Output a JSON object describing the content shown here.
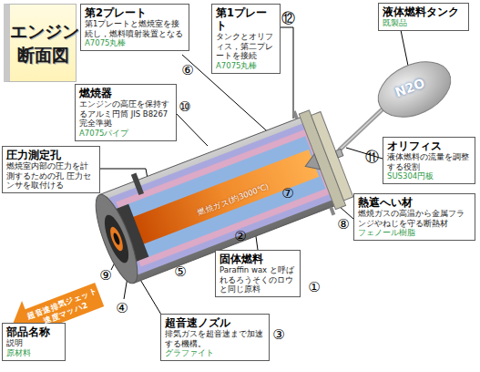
{
  "diagram": {
    "title": "エンジン 断面図",
    "nodes": [
      {
        "text": [
          "第2プレート",
          "第1プレートと燃焼室を接続し，燃料噴射装置となる",
          "A7075丸棒"
        ]
      },
      {
        "text": [
          "第1プレート",
          "タンクとオリフィス，第二プレートを接続",
          "A7075丸棒"
        ]
      },
      {
        "text": [
          "液体燃料タンク",
          "既製品"
        ]
      },
      {
        "text": [
          "燃焼器",
          "エンジンの高圧を保持するアルミ円筒 JIS B8267 完全準拠",
          "A7075パイプ"
        ]
      },
      {
        "text": [
          "圧力測定孔",
          "燃焼室内部の圧力を計測するための孔 圧力センサを取付ける"
        ]
      },
      {
        "text": [
          "オリフィス",
          "液体燃料の流量を調整する役割",
          "SUS304円板"
        ]
      },
      {
        "text": [
          "熱遮へい材",
          "燃焼ガスの高温から金属フランジやねじを守る断熱材",
          "フェノール樹脂"
        ]
      },
      {
        "text": [
          "固体燃料",
          "Paraffin wax と呼ばれるろうそくのロウと同じ原料"
        ]
      },
      {
        "text": [
          "超音速ノズル",
          "排気ガスを超音速まで加速する機構。",
          "グラファイト"
        ]
      },
      {
        "text": [
          "部品名称",
          "説明",
          "原材料"
        ]
      }
    ],
    "labels": [
      "⑫",
      "⑥",
      "N2O",
      "⑩",
      "⑪",
      "⑦",
      "燃焼ガス(約3000℃)",
      "⑧",
      "②",
      "⑨",
      "⑤",
      "①",
      "④",
      "③",
      "超音速排気ジェット 速度マッハ2"
    ]
  }
}
